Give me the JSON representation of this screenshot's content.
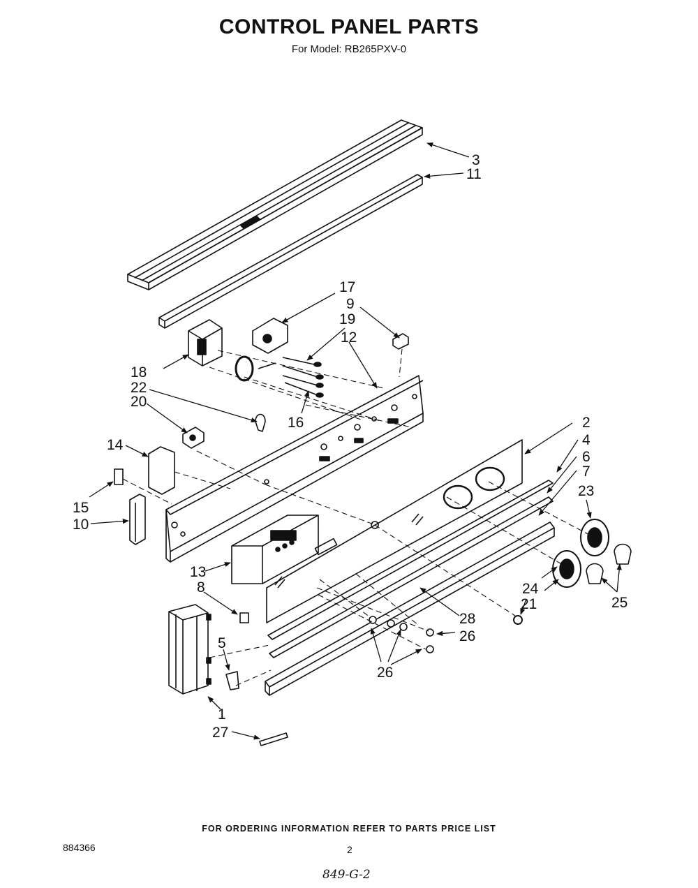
{
  "header": {
    "title": "CONTROL PANEL PARTS",
    "model": "For Model: RB265PXV-0"
  },
  "callouts": [
    "1",
    "2",
    "3",
    "4",
    "5",
    "6",
    "7",
    "8",
    "9",
    "10",
    "11",
    "12",
    "13",
    "14",
    "15",
    "16",
    "17",
    "18",
    "19",
    "20",
    "21",
    "22",
    "23",
    "24",
    "25",
    "26",
    "26",
    "27",
    "28"
  ],
  "footer": {
    "ordering_note": "FOR ORDERING INFORMATION REFER TO PARTS PRICE LIST",
    "doc_number": "884366",
    "page_number": "2",
    "handwritten_note": "849-G-2"
  }
}
